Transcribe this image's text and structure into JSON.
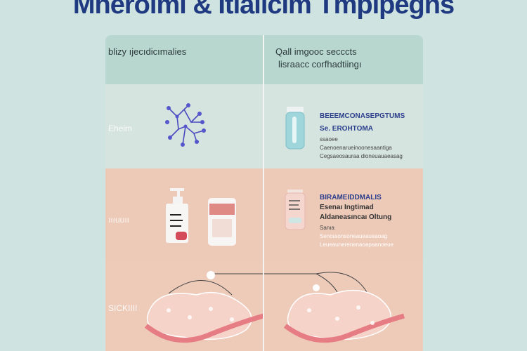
{
  "title": "Mheroimi & Itlaiicim Tmpipegns",
  "header": {
    "left": "blizy ıjecıdicımalies",
    "right_line1": "Qall imgooc secccts",
    "right_line2": "lisraacc corfhadtiingı"
  },
  "rows": [
    {
      "label": "Eheim",
      "right_title1": "BEEEMCONASEPGTUMS",
      "right_title2": "Se. EROHTOMA",
      "right_small": [
        "ssaoee",
        "Caenoenarueinoonesaantiga",
        "Cegsaeosauraa dioneuauaeasag"
      ]
    },
    {
      "label": "ıııuuıı",
      "right_title1": "BIRAMEIDDMALIS",
      "right_title2": "Esenaı Ingtimad",
      "right_title3": "Aldaneasıncaı Oltung",
      "right_small": [
        "Sanıa",
        "Senoıaonsoneaueaueaoag",
        "Leueaunerenenaoapaanoeue"
      ]
    },
    {
      "label": "SICKIIII"
    }
  ],
  "colors": {
    "title": "#1f3a80",
    "header": "#b8d8cf",
    "row1": "#d6e4df",
    "row2": "#edc9b7",
    "molecule": "#4a4ac0"
  }
}
